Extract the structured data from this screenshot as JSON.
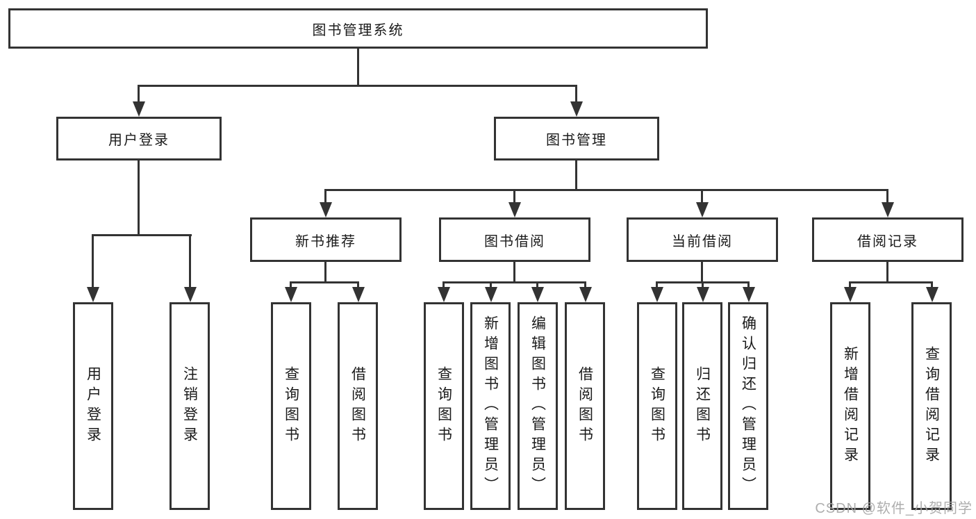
{
  "diagram": {
    "root": {
      "label": "图书管理系统"
    },
    "branches": {
      "user_login": {
        "label": "用户登录",
        "children": [
          {
            "label": "用户登录"
          },
          {
            "label": "注销登录"
          }
        ]
      },
      "book_management": {
        "label": "图书管理",
        "children": [
          {
            "label": "新书推荐",
            "children": [
              {
                "label": "查询图书"
              },
              {
                "label": "借阅图书"
              }
            ]
          },
          {
            "label": "图书借阅",
            "children": [
              {
                "label": "查询图书"
              },
              {
                "label": "新增图书（管理员）"
              },
              {
                "label": "编辑图书（管理员）"
              },
              {
                "label": "借阅图书"
              }
            ]
          },
          {
            "label": "当前借阅",
            "children": [
              {
                "label": "查询图书"
              },
              {
                "label": "归还图书"
              },
              {
                "label": "确认归还（管理员）"
              }
            ]
          },
          {
            "label": "借阅记录",
            "children": [
              {
                "label": "新增借阅记录"
              },
              {
                "label": "查询借阅记录"
              }
            ]
          }
        ]
      }
    }
  },
  "watermark": {
    "text": "CSDN @软件_小贺同学"
  },
  "colors": {
    "line": "#333333",
    "text": "#1a1a1a",
    "watermark": "#a6a6a6",
    "background": "#ffffff"
  }
}
